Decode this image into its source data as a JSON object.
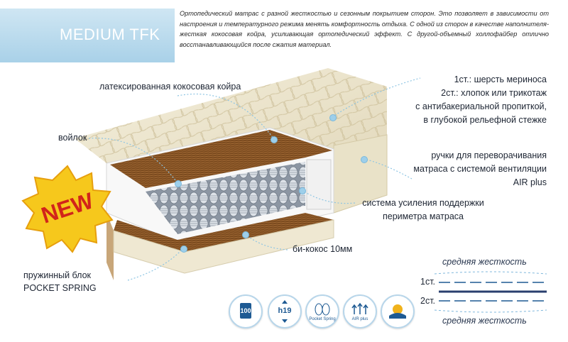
{
  "product": {
    "title": "MEDIUM TFK",
    "description": "Ортопедический матрас с разной жесткостью и сезонным покрытием сторон. Это позволяет в зависимости от настроения и температурного режима менять комфортность отдыха. С одной из сторон в качестве наполнителя-жесткая кокосовая койра, усиливающая ортопедический эффект. С другой-объемный холлофайбер отлично восстанавливающийся после сжатия материал.",
    "badge": "NEW"
  },
  "callouts": {
    "latex_coir": "латексированная кокосовая койра",
    "felt": "войлок",
    "spring_block_line1": "пружинный блок",
    "spring_block_line2": "POCKET SPRING",
    "cover_line1": "1ст.: шерсть мериноса",
    "cover_line2": "2ст.: хлопок или трикотаж",
    "cover_line3": "с антибакериальной пропиткой,",
    "cover_line4": "в глубокой рельефной стежке",
    "handles_line1": "ручки для переворачивания",
    "handles_line2": "матраса с системой вентиляции",
    "handles_line3": "AIR plus",
    "perimeter_line1": "система усиления поддержки",
    "perimeter_line2": "периметра матраса",
    "bicoconut": "би-кокос 10мм"
  },
  "stiffness": {
    "top_label": "средняя жесткость",
    "side1": "1ст.",
    "side2": "2ст.",
    "bottom_label": "средняя жесткость"
  },
  "icons": [
    {
      "name": "load-100kg-icon",
      "text": "100"
    },
    {
      "name": "height-h19-icon",
      "text": "h19"
    },
    {
      "name": "pocket-spring-icon",
      "text": "Pocket Spring"
    },
    {
      "name": "air-plus-icon",
      "text": "AIR plus"
    },
    {
      "name": "wool-season-icon",
      "text": ""
    }
  ],
  "colors": {
    "title_tab": "#a9d1e8",
    "leader": "#8ec5e3",
    "accent_blue": "#1e5a93",
    "coir": "#7a4a1e",
    "badge_yellow": "#f6c81c",
    "badge_red": "#d2241a"
  }
}
